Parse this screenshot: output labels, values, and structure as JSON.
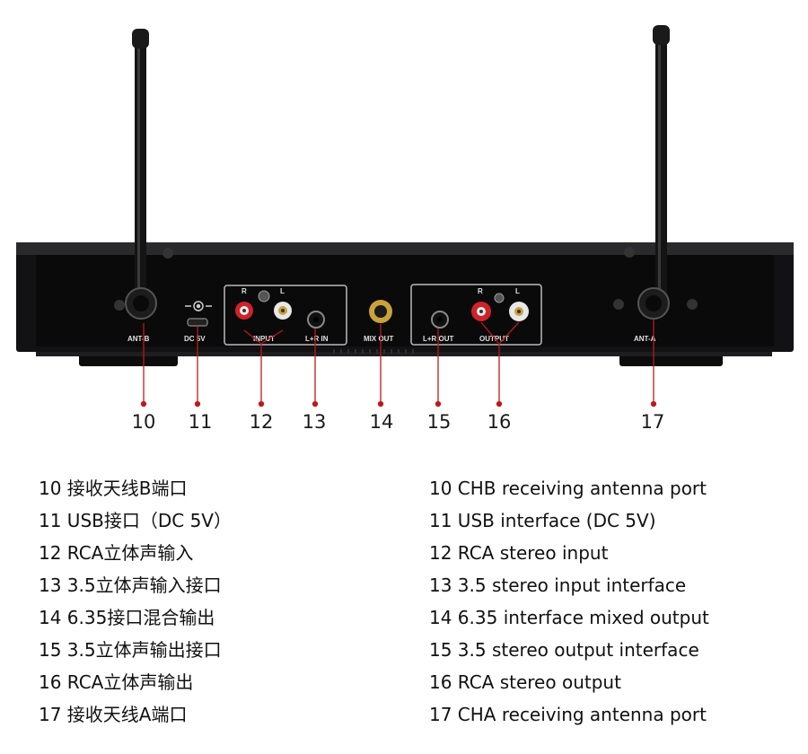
{
  "device_labels": {
    "ant_b": "ANT-B",
    "dc5v": "DC 5V",
    "input_r": "R",
    "input_l": "L",
    "input": "INPUT",
    "lr_in": "L+R IN",
    "mix_out": "MIX OUT",
    "lr_out": "L+R OUT",
    "output_r": "R",
    "output_l": "L",
    "output": "OUTPUT",
    "ant_a": "ANT-A"
  },
  "callout_numbers": [
    "10",
    "11",
    "12",
    "13",
    "14",
    "15",
    "16",
    "17"
  ],
  "descriptions_cn": [
    "10  接收天线B端口",
    "11  USB接口（DC 5V）",
    "12  RCA立体声输入",
    "13  3.5立体声输入接口",
    "14  6.35接口混合输出",
    "15  3.5立体声输出接口",
    "16  RCA立体声输出",
    "17  接收天线A端口"
  ],
  "descriptions_en": [
    "10 CHB  receiving antenna port",
    "11 USB interface (DC 5V)",
    "12 RCA stereo input",
    "13 3.5 stereo input interface",
    "14 6.35 interface mixed output",
    "15 3.5 stereo output interface",
    "16 RCA stereo output",
    "17 CHA  receiving antenna port"
  ],
  "colors": {
    "chassis": "#121214",
    "callout_line": "#c01818",
    "rca_red": "#d0222a",
    "rca_white": "#e8e8e8",
    "gold_jack": "#c9a23a"
  }
}
